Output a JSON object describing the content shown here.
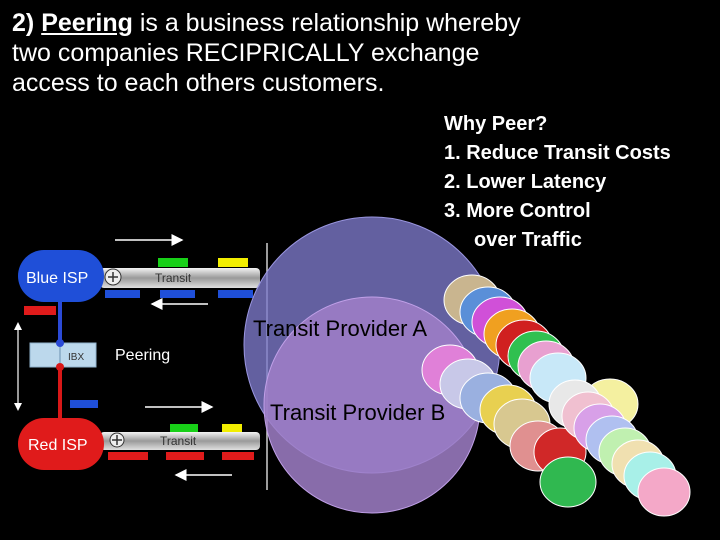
{
  "headline": {
    "number": "2)",
    "term": "Peering",
    "line1_rest": " is a business relationship whereby",
    "line2": "two companies RECIPRICALLY exchange",
    "line3": "access to each others customers."
  },
  "why_peer": {
    "title": "Why Peer?",
    "items": [
      "1. Reduce Transit Costs",
      "2. Lower Latency",
      "3. More Control"
    ],
    "continuation": "over Traffic"
  },
  "diagram": {
    "blue_isp": "Blue ISP",
    "red_isp": "Red ISP",
    "ibx": "IBX",
    "peering": "Peering",
    "transit_top": "Transit",
    "transit_bottom": "Transit",
    "provider_a": "Transit Provider A",
    "provider_b": "Transit Provider B",
    "colors": {
      "blue": "#1f4fd8",
      "red": "#e01b1b",
      "green": "#18d018",
      "yellow": "#f2ee00",
      "provider_a_fill": "#7c78c8",
      "provider_b_fill": "#a07fc8"
    },
    "customer_icons": "many overlapping colorful customer ovals"
  }
}
